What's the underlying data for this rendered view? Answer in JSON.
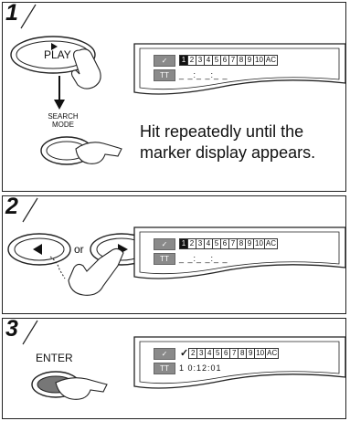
{
  "steps": [
    {
      "number": "1",
      "buttons": {
        "play": "PLAY",
        "search_mode": "SEARCH MODE"
      },
      "instruction": "Hit repeatedly until the marker display appears.",
      "display": {
        "marker_icon": "✓",
        "title_icon": "TT",
        "markers": [
          "1",
          "2",
          "3",
          "4",
          "5",
          "6",
          "7",
          "8",
          "9",
          "10",
          "AC"
        ],
        "active_marker": "1",
        "title_line": "_ _:_ _:_ _"
      }
    },
    {
      "number": "2",
      "or_label": "or",
      "display": {
        "marker_icon": "✓",
        "title_icon": "TT",
        "markers": [
          "1",
          "2",
          "3",
          "4",
          "5",
          "6",
          "7",
          "8",
          "9",
          "10",
          "AC"
        ],
        "active_marker": "1",
        "title_line": "_ _:_ _:_ _"
      }
    },
    {
      "number": "3",
      "buttons": {
        "enter": "ENTER"
      },
      "display": {
        "marker_icon": "✓",
        "title_icon": "TT",
        "markers": [
          "✓",
          "2",
          "3",
          "4",
          "5",
          "6",
          "7",
          "8",
          "9",
          "10",
          "AC"
        ],
        "active_marker": "✓",
        "title_line": "1  0:12:01"
      }
    }
  ]
}
